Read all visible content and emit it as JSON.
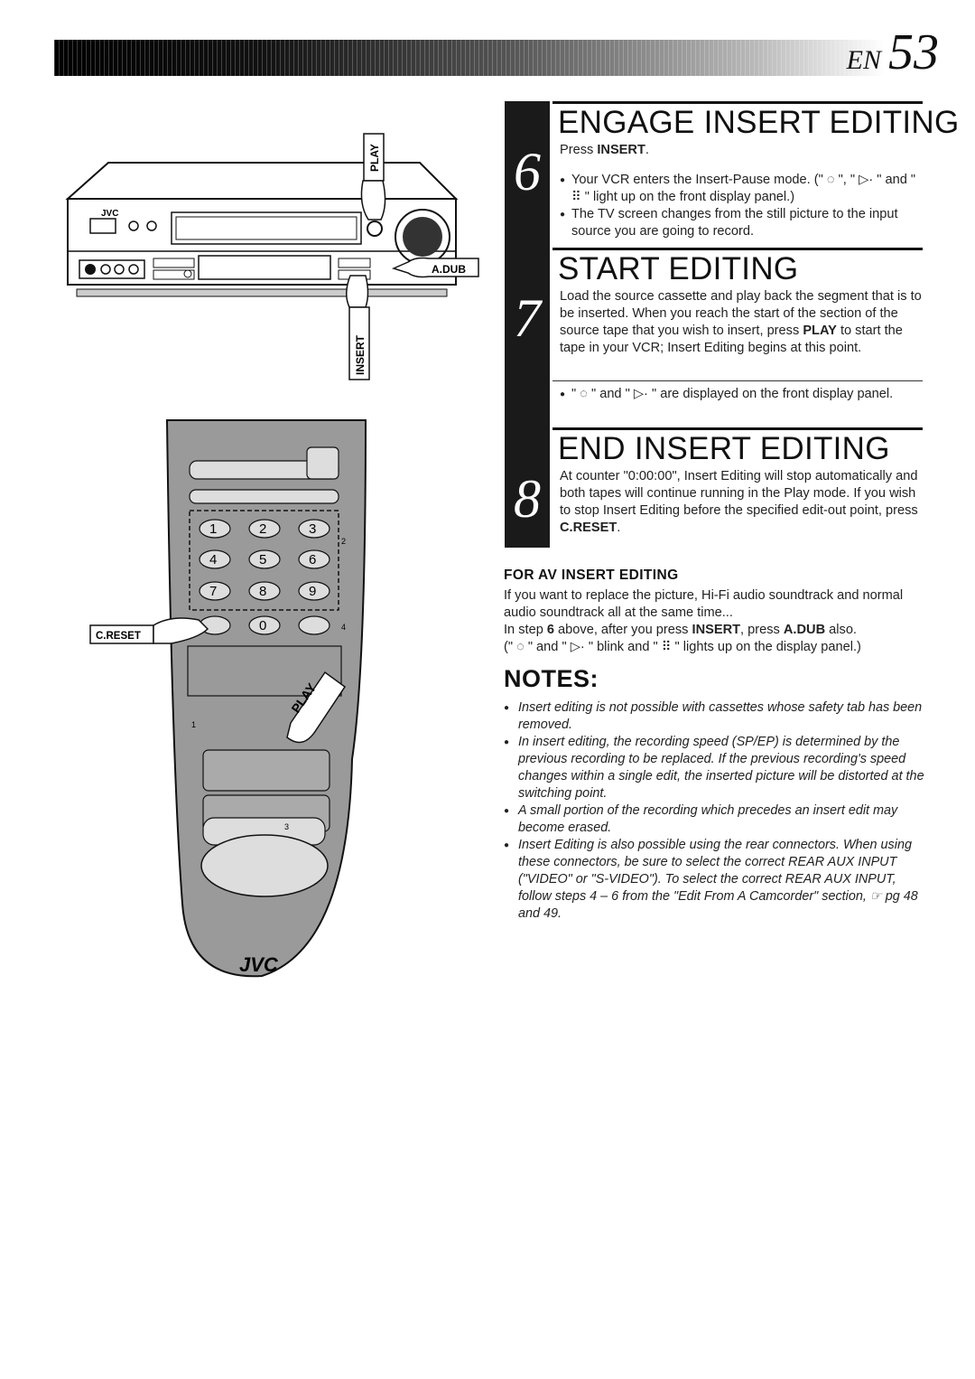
{
  "header": {
    "lang": "EN",
    "page_number": "53"
  },
  "illustration": {
    "vcr_brand": "JVC",
    "remote_brand": "JVC",
    "labels": {
      "play_top": "PLAY",
      "a_dub": "A.DUB",
      "insert": "INSERT",
      "c_reset": "C.RESET",
      "play_remote": "PLAY"
    },
    "keypad": [
      "1",
      "2",
      "3",
      "4",
      "5",
      "6",
      "7",
      "8",
      "9",
      "0"
    ],
    "index_marks": [
      "1",
      "2",
      "3",
      "4"
    ]
  },
  "steps": {
    "s6": {
      "number": "6",
      "title": "ENGAGE INSERT EDITING",
      "instruction_pre": "Press ",
      "instruction_key": "INSERT",
      "instruction_post": ".",
      "bullets": [
        "Your VCR enters the Insert-Pause mode. (\" ◌ \", \" ▷· \" and \" ⠿ \" light up on the front display panel.)",
        "The TV screen changes from the still picture to the input source you are going to record."
      ]
    },
    "s7": {
      "number": "7",
      "title": "START EDITING",
      "body_a": "Load the source cassette and play back the segment that is to be inserted. When you reach the start of the section of the source tape that you wish to insert, press ",
      "body_key": "PLAY",
      "body_b": " to start the tape in your VCR; Insert Editing begins at this point.",
      "bullet": "\" ◌ \" and \" ▷· \" are displayed on the front display panel."
    },
    "s8": {
      "number": "8",
      "title": "END INSERT EDITING",
      "body": "At counter \"0:00:00\", Insert Editing will stop automatically and both tapes will continue running in the Play mode. If you wish to stop Insert Editing before the specified edit-out point, press ",
      "body_key": "C.RESET",
      "body_end": "."
    }
  },
  "av_insert": {
    "title": "FOR AV INSERT EDITING",
    "para1": "If you want to replace the picture, Hi-Fi audio soundtrack and normal audio soundtrack all at the same time...",
    "para2_a": "In step ",
    "para2_step": "6",
    "para2_b": " above, after you press ",
    "para2_key1": "INSERT",
    "para2_c": ", press ",
    "para2_key2": "A.DUB",
    "para2_d": " also.",
    "para3": "(\" ◌ \" and \" ▷· \" blink and \" ⠿ \" lights up on the display panel.)"
  },
  "notes": {
    "title": "NOTES:",
    "items": [
      "Insert editing is not possible with cassettes whose safety tab has been removed.",
      "In insert editing, the recording speed (SP/EP) is determined by the previous recording to be replaced. If the previous recording's speed changes within a single edit, the inserted picture will be distorted at the switching point.",
      "A small portion of the recording which precedes an insert edit may become erased.",
      "Insert Editing is also possible using the rear connectors. When using these connectors, be sure to select the correct REAR AUX INPUT (\"VIDEO\" or \"S-VIDEO\"). To select the correct REAR AUX INPUT, follow steps 4 – 6 from the \"Edit From A Camcorder\" section, ☞ pg 48 and 49."
    ]
  }
}
